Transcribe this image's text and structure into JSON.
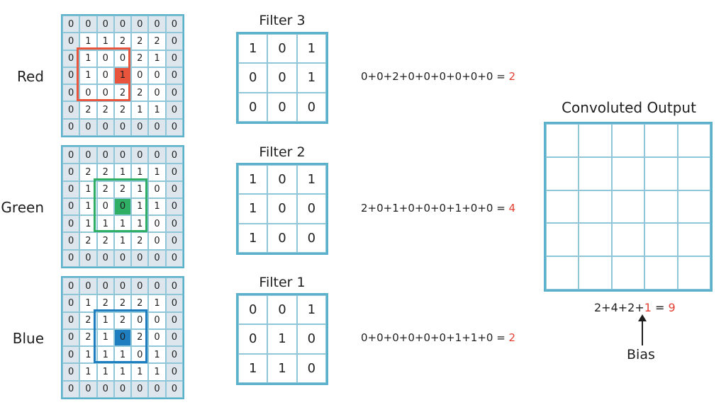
{
  "channels": [
    {
      "label": "Red",
      "color": "#e8543c",
      "grid": [
        [
          "0",
          "0",
          "0",
          "0",
          "0",
          "0",
          "0"
        ],
        [
          "0",
          "1",
          "1",
          "2",
          "2",
          "2",
          "0"
        ],
        [
          "0",
          "1",
          "0",
          "0",
          "2",
          "1",
          "0"
        ],
        [
          "0",
          "1",
          "0",
          "1",
          "0",
          "0",
          "0"
        ],
        [
          "0",
          "0",
          "0",
          "2",
          "2",
          "0",
          "0"
        ],
        [
          "0",
          "2",
          "2",
          "2",
          "1",
          "1",
          "0"
        ],
        [
          "0",
          "0",
          "0",
          "0",
          "0",
          "0",
          "0"
        ]
      ]
    },
    {
      "label": "Green",
      "color": "#2fae65",
      "grid": [
        [
          "0",
          "0",
          "0",
          "0",
          "0",
          "0",
          "0"
        ],
        [
          "0",
          "2",
          "2",
          "1",
          "1",
          "1",
          "0"
        ],
        [
          "0",
          "1",
          "2",
          "2",
          "1",
          "0",
          "0"
        ],
        [
          "0",
          "1",
          "0",
          "0",
          "1",
          "1",
          "0"
        ],
        [
          "0",
          "1",
          "1",
          "1",
          "1",
          "0",
          "0"
        ],
        [
          "0",
          "2",
          "2",
          "1",
          "2",
          "0",
          "0"
        ],
        [
          "0",
          "0",
          "0",
          "0",
          "0",
          "0",
          "0"
        ]
      ]
    },
    {
      "label": "Blue",
      "color": "#1f7ec0",
      "grid": [
        [
          "0",
          "0",
          "0",
          "0",
          "0",
          "0",
          "0"
        ],
        [
          "0",
          "1",
          "2",
          "2",
          "2",
          "1",
          "0"
        ],
        [
          "0",
          "2",
          "1",
          "2",
          "0",
          "0",
          "0"
        ],
        [
          "0",
          "2",
          "1",
          "0",
          "2",
          "0",
          "0"
        ],
        [
          "0",
          "1",
          "1",
          "1",
          "0",
          "1",
          "0"
        ],
        [
          "0",
          "1",
          "1",
          "1",
          "1",
          "1",
          "0"
        ],
        [
          "0",
          "0",
          "0",
          "0",
          "0",
          "0",
          "0"
        ]
      ]
    }
  ],
  "filters": [
    {
      "title": "Filter 3",
      "grid": [
        [
          "1",
          "0",
          "1"
        ],
        [
          "0",
          "0",
          "1"
        ],
        [
          "0",
          "0",
          "0"
        ]
      ],
      "equation": "0+0+2+0+0+0+0+0+0 = ",
      "result": "2"
    },
    {
      "title": "Filter 2",
      "grid": [
        [
          "1",
          "0",
          "1"
        ],
        [
          "1",
          "0",
          "0"
        ],
        [
          "1",
          "0",
          "0"
        ]
      ],
      "equation": "2+0+1+0+0+0+1+0+0 = ",
      "result": "4"
    },
    {
      "title": "Filter 1",
      "grid": [
        [
          "0",
          "0",
          "1"
        ],
        [
          "0",
          "1",
          "0"
        ],
        [
          "1",
          "1",
          "0"
        ]
      ],
      "equation": "0+0+0+0+0+0+1+1+0 = ",
      "result": "2"
    }
  ],
  "output": {
    "title": "Convoluted Output",
    "sum_prefix": "2+4+2+",
    "bias_value": "1",
    "sum_eq": " = ",
    "sum_result": "9",
    "bias_label": "Bias"
  },
  "accent_red": "#e53e30",
  "grid_border": "#5bb1cc"
}
